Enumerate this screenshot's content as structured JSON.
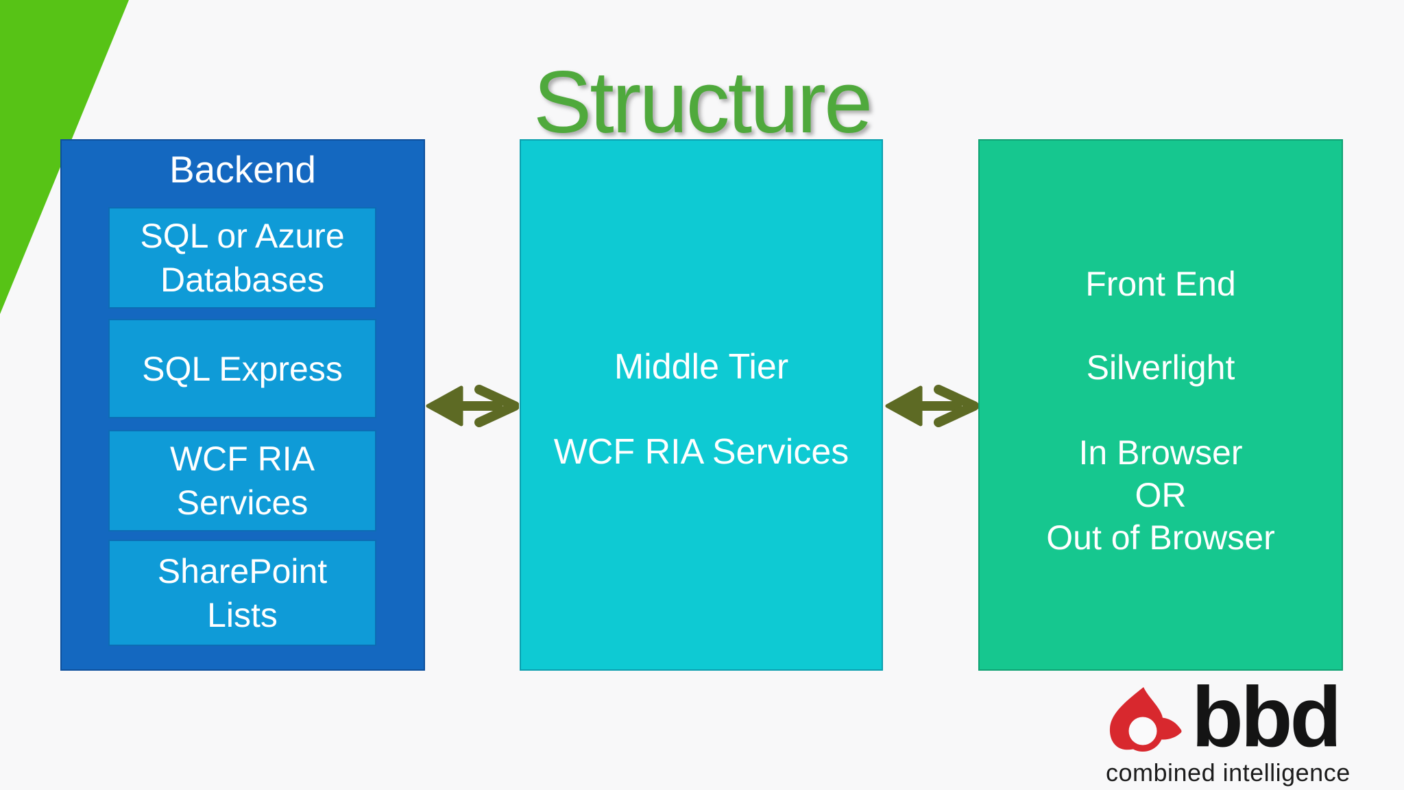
{
  "slide": {
    "title": "Structure"
  },
  "backend": {
    "label": "Backend",
    "items": [
      {
        "lines": [
          "SQL or Azure",
          "Databases"
        ]
      },
      {
        "lines": [
          "SQL Express"
        ]
      },
      {
        "lines": [
          "WCF RIA",
          "Services"
        ]
      },
      {
        "lines": [
          "SharePoint",
          "Lists"
        ]
      }
    ]
  },
  "middle": {
    "lines": [
      "Middle Tier",
      "WCF RIA Services"
    ]
  },
  "front": {
    "lines": [
      "Front End",
      "Silverlight",
      "In Browser",
      "OR",
      "Out of Browser"
    ]
  },
  "logo": {
    "brand": "bbd",
    "tagline": "combined intelligence"
  },
  "colors": {
    "background": "#f8f8f9",
    "title_green": "#4fa93c",
    "wedge_green": "#57c316",
    "backend_fill": "#1468c0",
    "backend_border": "#0d4f9c",
    "backend_item_fill": "#0f9bd7",
    "backend_item_border": "#0d6cb4",
    "middle_fill": "#0ecad3",
    "middle_border": "#0b9fae",
    "front_fill": "#16c78f",
    "front_border": "#0fa173",
    "arrow_olive": "#5d6a24",
    "logo_red": "#d8282e",
    "logo_black": "#141414",
    "text_white": "#ffffff"
  }
}
